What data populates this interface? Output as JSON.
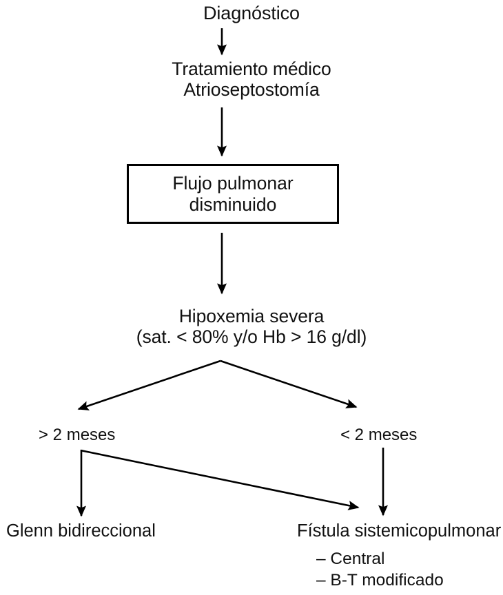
{
  "diagram": {
    "title": "Diagnostico",
    "language": "es",
    "type": "flowchart",
    "stroke_color": "#000000",
    "text_color": "#111111",
    "background_color": "#ffffff"
  },
  "nodes": {
    "start": {
      "label": "Diagnóstico"
    },
    "treatment": {
      "line1": "Tratamiento médico",
      "line2": "Atrioseptostomía"
    },
    "flow_box": {
      "line1": "Flujo pulmonar",
      "line2": "disminuido"
    },
    "hypoxemia": {
      "line1": "Hipoxemia severa",
      "line2": "(sat. < 80% y/o Hb > 16 g/dl)"
    },
    "branch_left": {
      "label": "> 2 meses"
    },
    "branch_right": {
      "label": "< 2 meses"
    },
    "leaf_left": {
      "label": "Glenn bidireccional"
    },
    "leaf_right": {
      "label": "Fístula sistemicopulmonar",
      "options": [
        "– Central",
        "– B-T modificado"
      ]
    }
  }
}
